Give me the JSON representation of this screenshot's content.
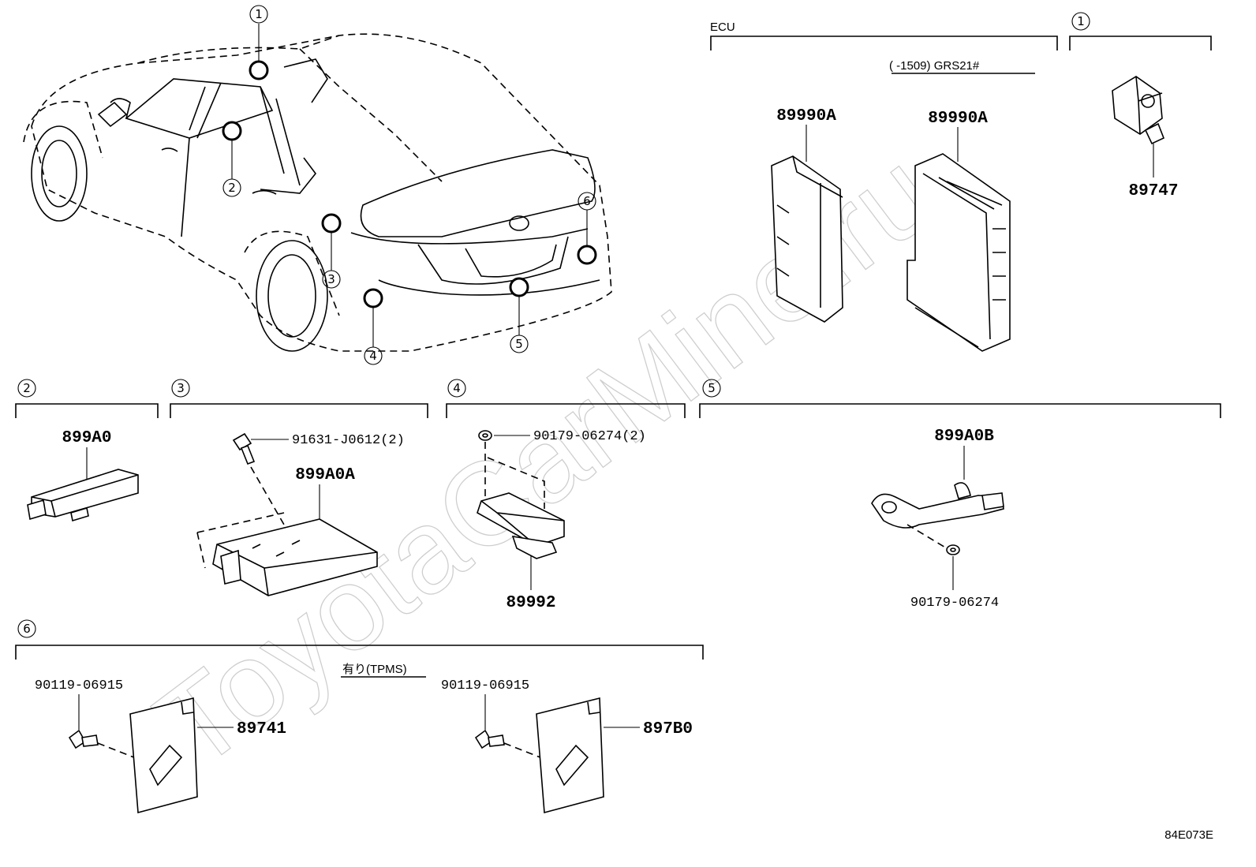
{
  "watermark": "ToyotaCarMine.ru",
  "diagram_code": "84E073E",
  "groups": {
    "ecu": {
      "label": "ECU",
      "variant_note": "(        -1509) GRS21#"
    },
    "tpms": {
      "label": "有り(TPMS)"
    }
  },
  "callouts": [
    "1",
    "2",
    "3",
    "4",
    "5",
    "6"
  ],
  "parts": {
    "p89990A_1": "89990A",
    "p89990A_2": "89990A",
    "p89747": "89747",
    "p899A0": "899A0",
    "p91631": "91631-J0612(2)",
    "p899A0A": "899A0A",
    "p90179_2": "90179-06274(2)",
    "p89992": "89992",
    "p899A0B": "899A0B",
    "p90179": "90179-06274",
    "p90119_a": "90119-06915",
    "p89741": "89741",
    "p90119_b": "90119-06915",
    "p897B0": "897B0"
  }
}
